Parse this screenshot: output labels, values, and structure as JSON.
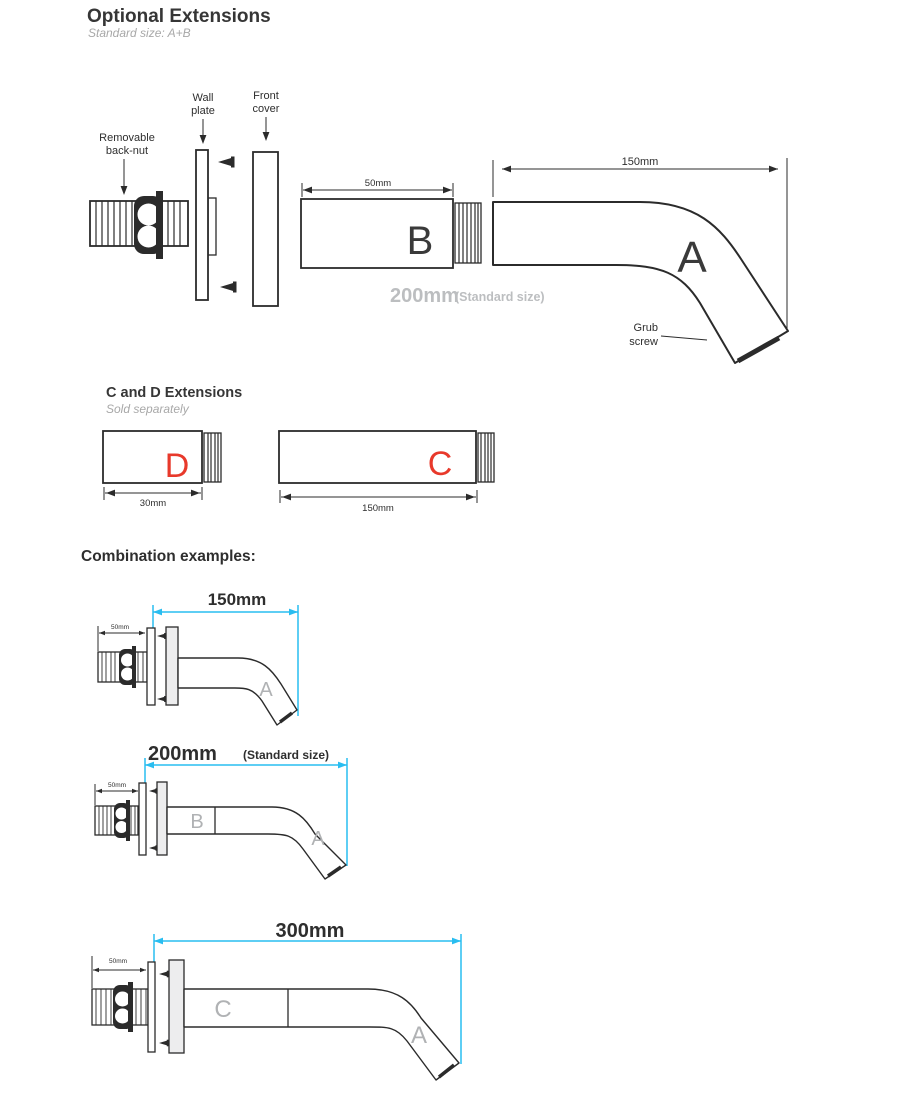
{
  "page": {
    "title": "Optional Extensions",
    "subtitle": "Standard size: A+B"
  },
  "colors": {
    "line": "#2b2b2b",
    "accent_red": "#e8392b",
    "accent_cyan": "#29bdf0",
    "gray_text": "#bcbec0",
    "gray_letter": "#b0b2b4"
  },
  "exploded": {
    "back_nut_label_1": "Removable",
    "back_nut_label_2": "back-nut",
    "wall_plate_label_1": "Wall",
    "wall_plate_label_2": "plate",
    "front_cover_label_1": "Front",
    "front_cover_label_2": "cover",
    "part_b_letter": "B",
    "part_b_dim": "50mm",
    "part_a_letter": "A",
    "part_a_dim": "150mm",
    "standard_dim": "200mm",
    "standard_note": "(Standard size)",
    "grub_label_1": "Grub",
    "grub_label_2": "screw"
  },
  "cd": {
    "heading": "C and D Extensions",
    "subheading": "Sold separately",
    "d_letter": "D",
    "d_dim": "30mm",
    "c_letter": "C",
    "c_dim": "150mm"
  },
  "combos": {
    "heading": "Combination examples:",
    "ex1": {
      "total": "150mm",
      "thread_dim": "50mm",
      "a": "A"
    },
    "ex2": {
      "total": "200mm",
      "note": "(Standard size)",
      "thread_dim": "50mm",
      "b": "B",
      "a": "A"
    },
    "ex3": {
      "total": "300mm",
      "thread_dim": "50mm",
      "c": "C",
      "a": "A"
    }
  }
}
